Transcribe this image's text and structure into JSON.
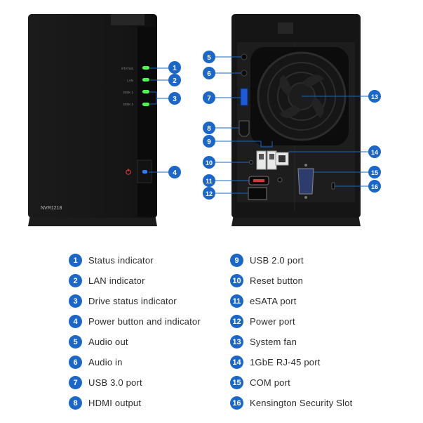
{
  "device": {
    "model_label": "NVR1218",
    "front_labels": [
      "STATUS",
      "LAN",
      "DISK 1",
      "DISK 2"
    ]
  },
  "callouts": [
    "1",
    "2",
    "3",
    "4",
    "5",
    "6",
    "7",
    "8",
    "9",
    "10",
    "11",
    "12",
    "13",
    "14",
    "15",
    "16"
  ],
  "legend": {
    "left": [
      {
        "num": "1",
        "label": "Status indicator"
      },
      {
        "num": "2",
        "label": "LAN indicator"
      },
      {
        "num": "3",
        "label": "Drive status indicator"
      },
      {
        "num": "4",
        "label": "Power button and indicator"
      },
      {
        "num": "5",
        "label": "Audio out"
      },
      {
        "num": "6",
        "label": "Audio in"
      },
      {
        "num": "7",
        "label": "USB 3.0 port"
      },
      {
        "num": "8",
        "label": "HDMI output"
      }
    ],
    "right": [
      {
        "num": "9",
        "label": "USB 2.0 port"
      },
      {
        "num": "10",
        "label": "Reset button"
      },
      {
        "num": "11",
        "label": "eSATA port"
      },
      {
        "num": "12",
        "label": "Power port"
      },
      {
        "num": "13",
        "label": "System fan"
      },
      {
        "num": "14",
        "label": "1GbE RJ-45 port"
      },
      {
        "num": "15",
        "label": "COM port"
      },
      {
        "num": "16",
        "label": "Kensington Security Slot"
      }
    ]
  },
  "colors": {
    "callout_blue": "#1a66c9",
    "led_green": "#4cff4c",
    "led_blue": "#2f7dff",
    "power_red": "#d83a3a",
    "chassis": "#151515"
  }
}
